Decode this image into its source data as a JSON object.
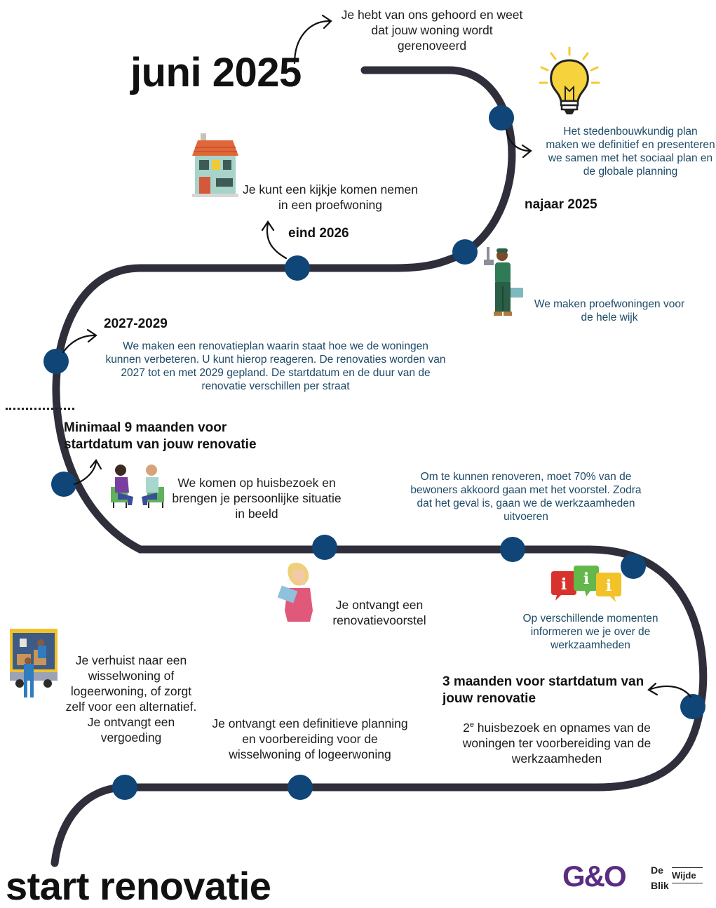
{
  "heading_top": "juni 2025",
  "heading_bottom": "start renovatie",
  "steps": [
    {
      "key": "gehoord",
      "text": "Je hebt van ons gehoord en weet dat jouw woning wordt gerenoveerd"
    },
    {
      "key": "plan_header",
      "text": "najaar 2025"
    },
    {
      "key": "plan",
      "text": "Het stedenbouwkundig plan maken we definitief en presenteren we samen met het sociaal plan en de globale planning"
    },
    {
      "key": "proefwoning_make",
      "text": "We maken proefwoningen voor de hele wijk"
    },
    {
      "key": "kijkje_header",
      "text": "eind 2026"
    },
    {
      "key": "kijkje",
      "text": "Je kunt een kijkje komen nemen in een proefwoning"
    },
    {
      "key": "renovatieplan_header",
      "text": "2027-2029"
    },
    {
      "key": "renovatieplan",
      "text": "We maken een renovatieplan waarin staat hoe we de woningen kunnen verbeteren. U kunt hierop reageren. De renovaties worden van 2027 tot en met 2029 gepland. De startdatum en de duur van de renovatie verschillen per straat"
    },
    {
      "key": "huisbezoek_header",
      "text": "Minimaal 9 maanden voor startdatum van jouw renovatie"
    },
    {
      "key": "huisbezoek",
      "text": "We komen op huisbezoek en brengen je persoonlijke situatie in beeld"
    },
    {
      "key": "akkoord",
      "text": "Om te kunnen renoveren, moet 70% van de bewoners akkoord gaan met het voorstel. Zodra dat het geval is, gaan we de werkzaamheden uitvoeren"
    },
    {
      "key": "voorstel",
      "text": "Je ontvangt een renovatievoorstel"
    },
    {
      "key": "informeren",
      "text": "Op verschillende momenten informeren we je over de werkzaamheden"
    },
    {
      "key": "opnames_header",
      "text": "3 maanden voor startdatum van jouw renovatie"
    },
    {
      "key": "opnames_num",
      "text": "2"
    },
    {
      "key": "opnames_sup",
      "text": "e"
    },
    {
      "key": "opnames",
      "text": " huisbezoek en opnames van de woningen ter voorbereiding van de werkzaamheden"
    },
    {
      "key": "planning",
      "text": "Je ontvangt een definitieve planning en voorbereiding voor de wisselwoning of logeerwoning"
    },
    {
      "key": "verhuis",
      "text": "Je verhuist naar een wisselwoning of logeerwoning, of zorgt zelf voor een alternatief. Je ontvangt een vergoeding"
    }
  ],
  "info_letters": [
    "i",
    "i",
    "i"
  ],
  "logos": {
    "go": "G&O",
    "deblik_1": "De",
    "deblik_2": "Blik",
    "wijde": "Wijde"
  },
  "colors": {
    "road": "#2f2f3b",
    "dot": "#0f4577",
    "teal_text": "#1e4a66",
    "bulb": "#f6d23c",
    "roof": "#e0673a",
    "wall": "#a8d3c8",
    "door": "#d5583c",
    "info_red": "#d8322f",
    "info_green": "#62b84a",
    "info_yellow": "#f2c229"
  },
  "icons": [
    "lightbulb-icon",
    "house-icon",
    "worker-icon",
    "meeting-icon",
    "thinking-woman-icon",
    "info-bubbles-icon",
    "moving-truck-icon"
  ]
}
